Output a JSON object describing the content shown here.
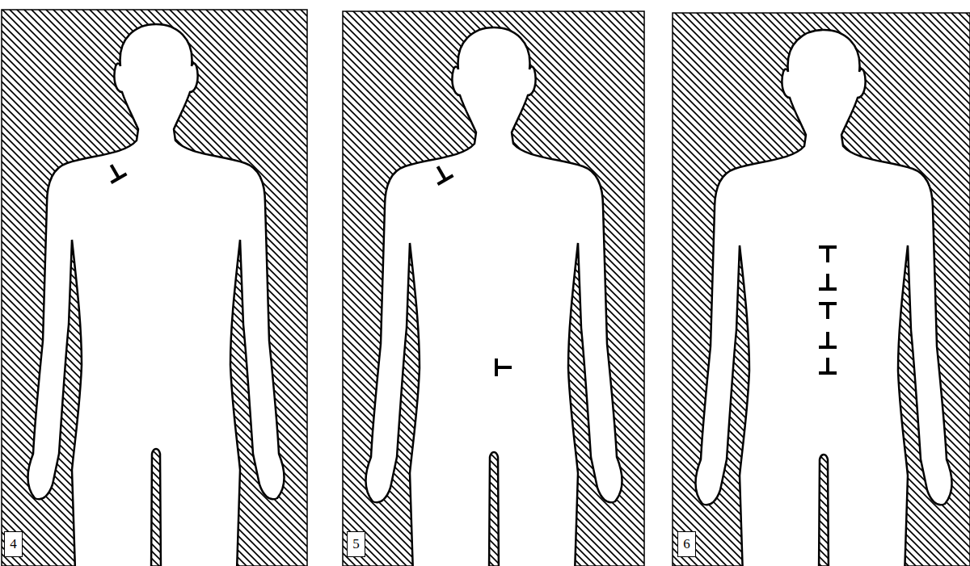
{
  "diagram": {
    "nodes": [
      {
        "text": [
          "4"
        ]
      },
      {
        "text": [
          "5"
        ]
      },
      {
        "text": [
          "6"
        ]
      }
    ]
  }
}
